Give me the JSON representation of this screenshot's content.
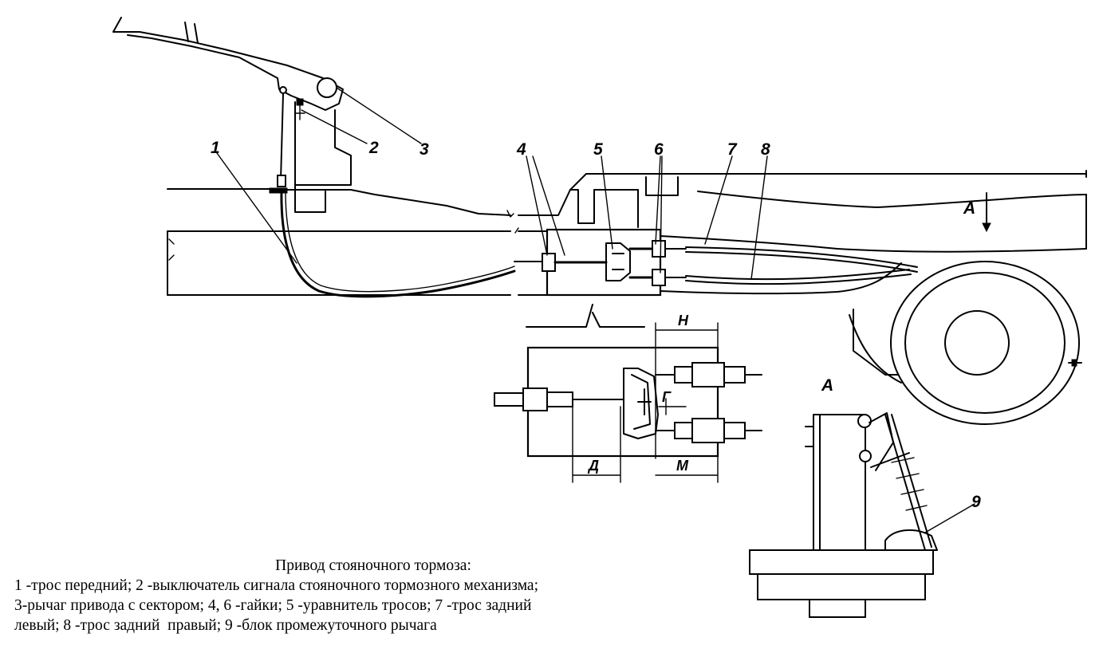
{
  "labels": {
    "n1": "1",
    "n2": "2",
    "n3": "3",
    "n4": "4",
    "n5": "5",
    "n6": "6",
    "n7": "7",
    "n8": "8",
    "n9": "9",
    "view_a_arrow": "А",
    "view_a_title": "А"
  },
  "dimensions": {
    "h": "Н",
    "g": "Г",
    "d": "Д",
    "m": "М"
  },
  "caption": {
    "title": "Привод стояночного тормоза:",
    "lines": [
      "1 -трос передний; 2 -выключатель сигнала стояночного тормозного механизма;",
      "3-рычаг привода с сектором; 4, 6 -гайки; 5 -уравнитель тросов; 7 -трос задний",
      "левый; 8 -трос задний  правый; 9 -блок промежуточного рычага"
    ]
  }
}
